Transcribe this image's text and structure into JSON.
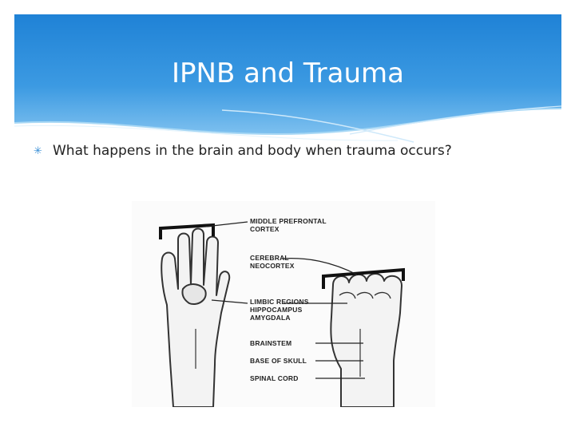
{
  "slide": {
    "title": "IPNB and Trauma",
    "bullet": "What happens in the brain  and body when trauma occurs?"
  },
  "figure": {
    "labels": {
      "middle_prefrontal": "MIDDLE PREFRONTAL",
      "cortex": "CORTEX",
      "cerebral": "CEREBRAL",
      "neocortex": "NEOCORTEX",
      "limbic": "LIMBIC REGIONS",
      "hippocampus": "HIPPOCAMPUS",
      "amygdala": "AMYGDALA",
      "brainstem": "BRAINSTEM",
      "base_of_skull": "BASE OF SKULL",
      "spinal_cord": "SPINAL CORD"
    }
  },
  "colors": {
    "header_blue": "#2a8ad8",
    "header_light": "#8cc8f0",
    "bullet": "#3a8fd6"
  },
  "icons": {
    "bullet": "asterisk-bullet-icon"
  }
}
